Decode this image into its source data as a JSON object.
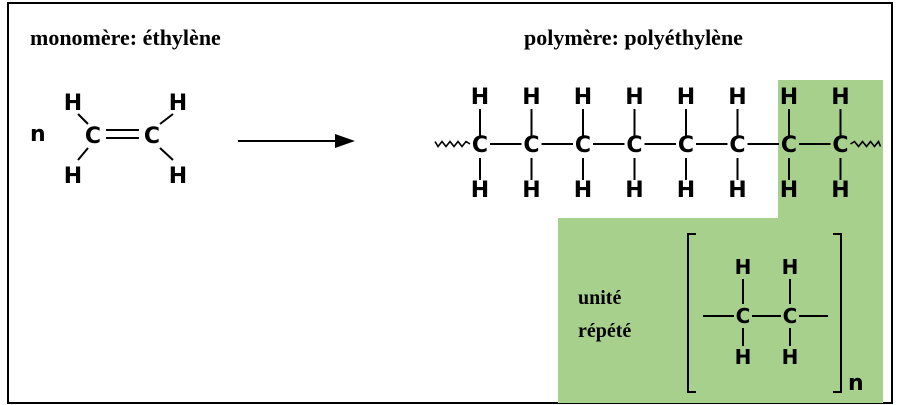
{
  "diagram": {
    "monomer_title": "monomère: éthylène",
    "polymer_title": "polymère: polyéthylène",
    "monomer": {
      "coefficient": "n",
      "carbon": "C",
      "hydrogen": "H"
    },
    "polymer": {
      "carbon": "C",
      "hydrogen": "H",
      "chain_length": 8
    },
    "repeat_unit": {
      "label_line1": "unité",
      "label_line2": "répété",
      "subscript": "n",
      "carbon": "C",
      "hydrogen": "H"
    },
    "colors": {
      "highlight": "#a8d08d",
      "border": "#000000"
    }
  }
}
